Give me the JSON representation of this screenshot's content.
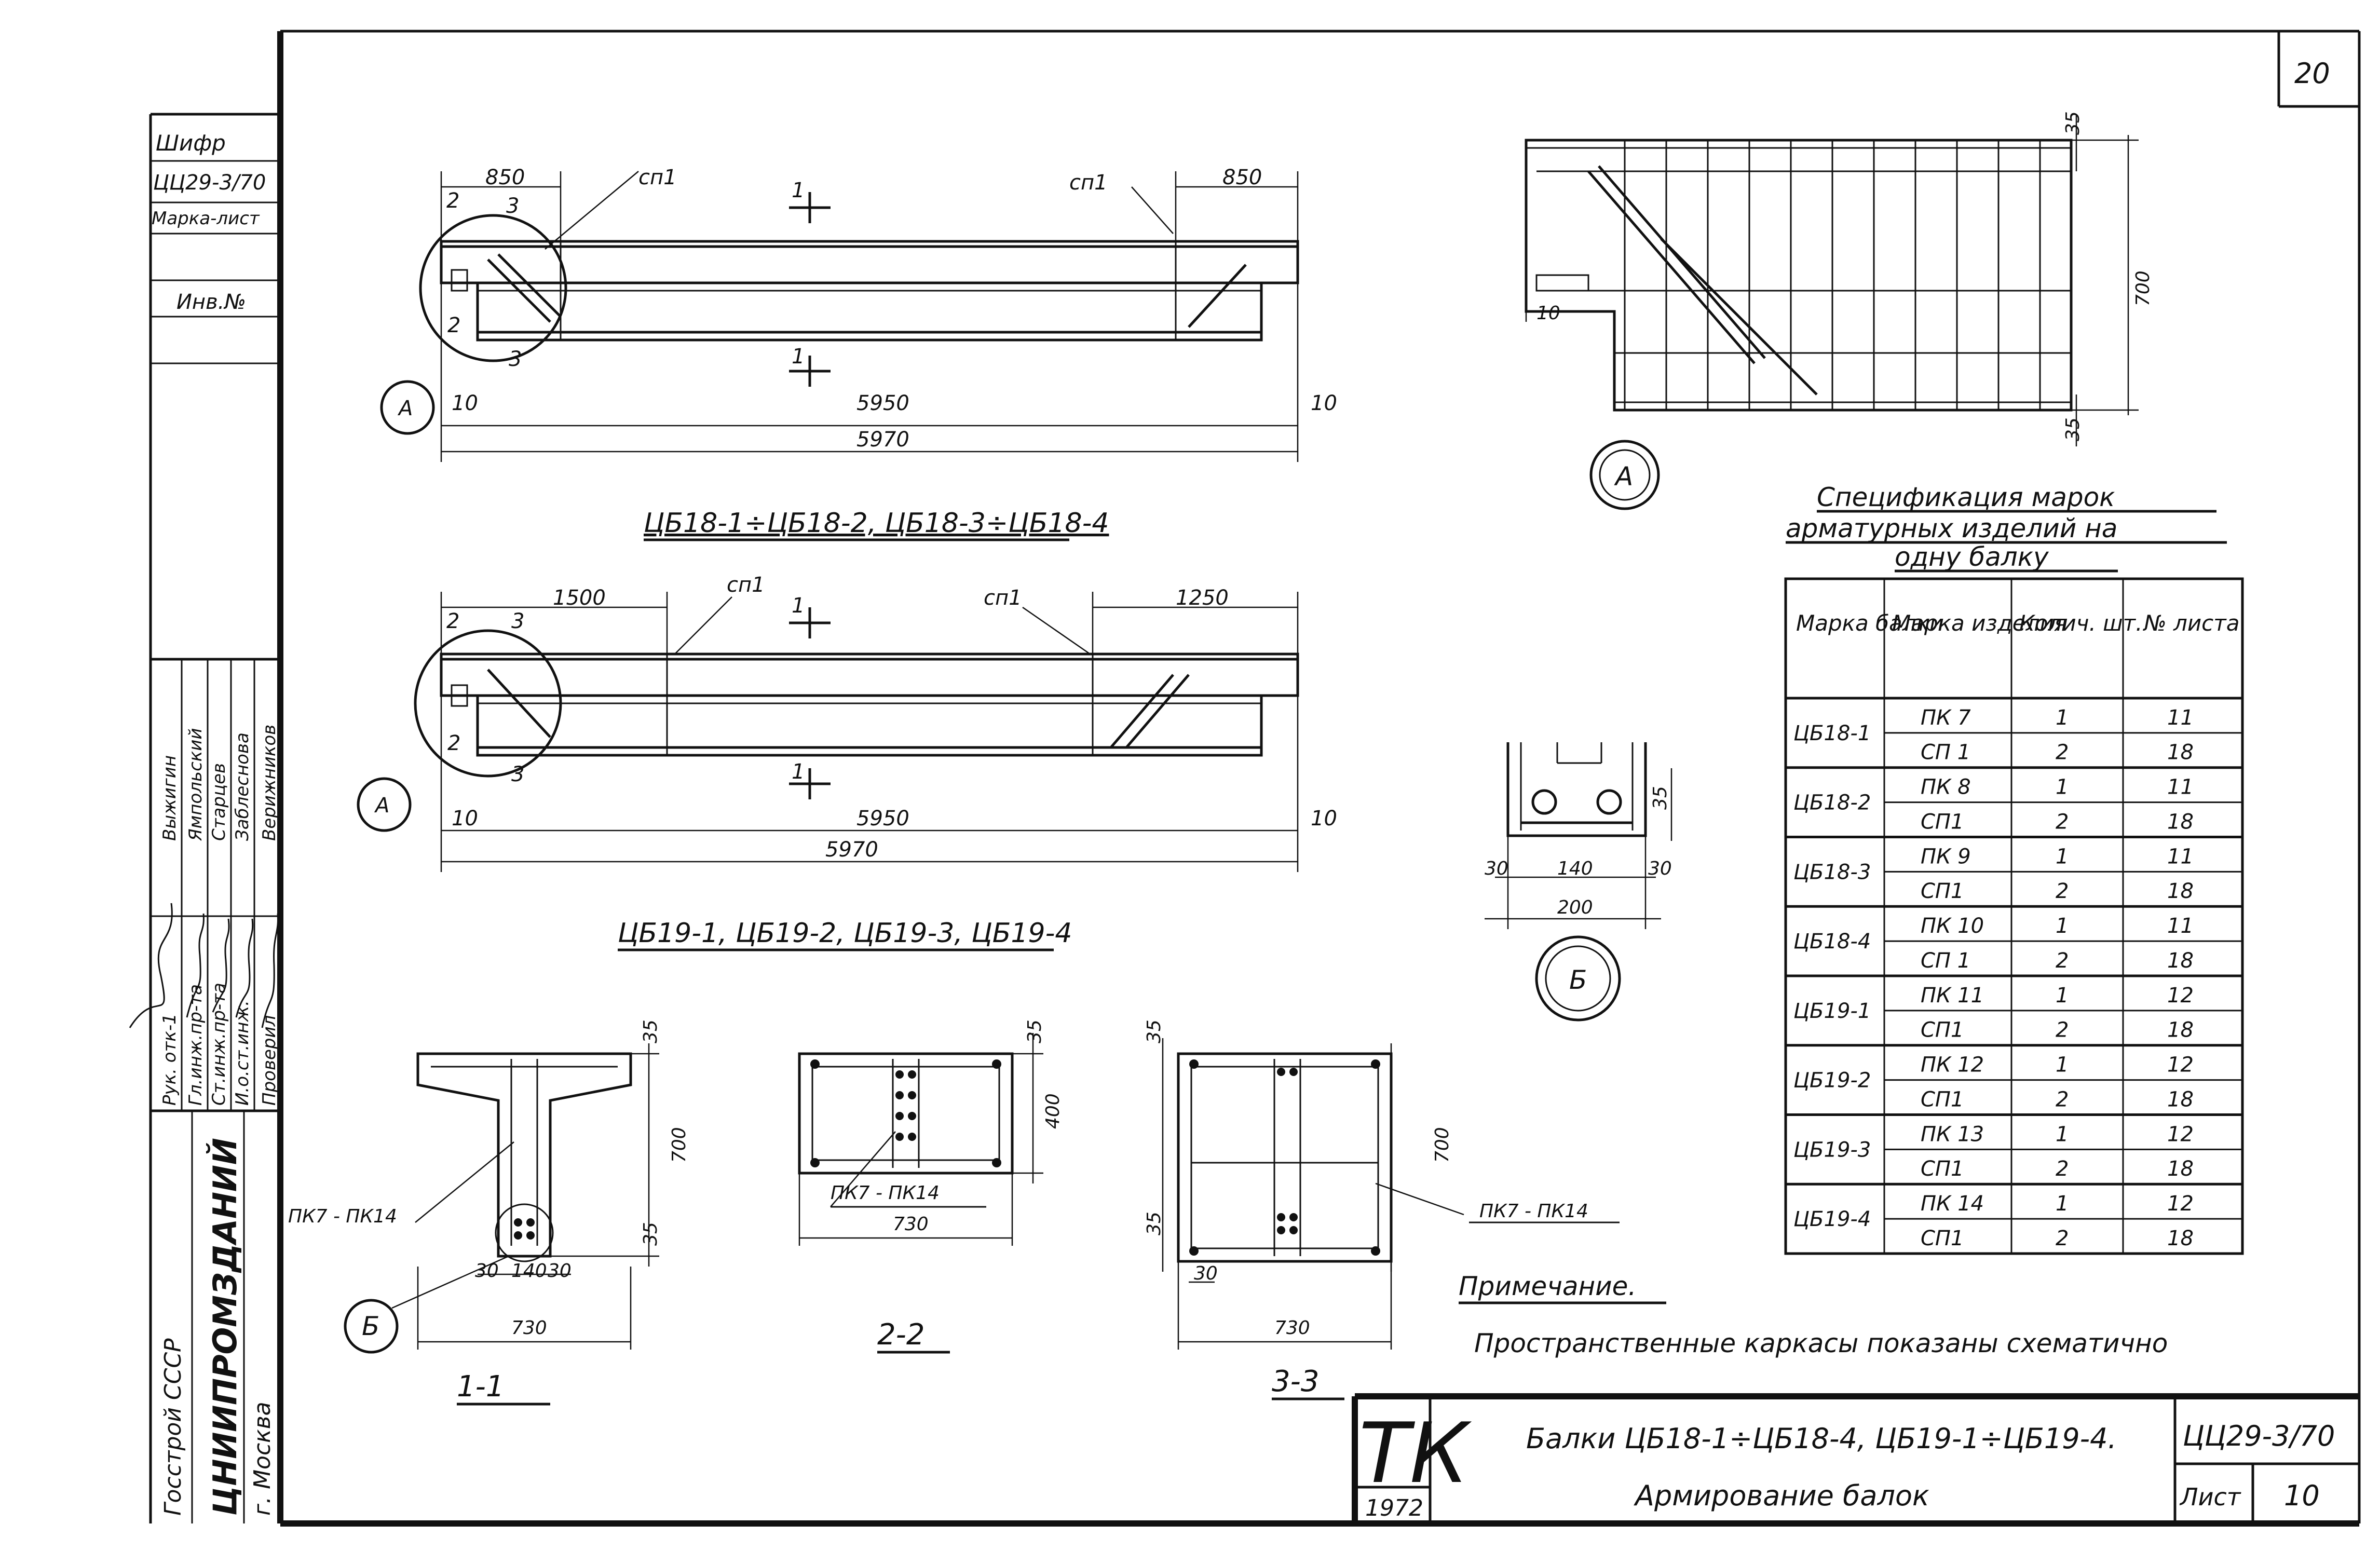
{
  "sheet_number": "20",
  "side_stamp": {
    "cipher_label": "Шифр",
    "cipher_value": "ЦЦ29-3/70",
    "mark_sheet_label": "Марка-лист",
    "inventory_label": "Инв.№",
    "roles": [
      "Рук. отк-1",
      "Гл.инж.пр-та",
      "Ст.инж.пр-та",
      "И.о.ст.инж.",
      "Проверил"
    ],
    "names": [
      "Выжигин",
      "Ямпольский",
      "Старцев",
      "Заблеснова",
      "Верижников"
    ],
    "org_country": "Госстрой СССР",
    "org_name": "ЦНИИПРОМЗДАНИЙ",
    "org_city": "г. Москва"
  },
  "beam1": {
    "labels": [
      "850",
      "850",
      "2",
      "3",
      "сп1",
      "сп1",
      "1",
      "1",
      "2",
      "3",
      "10",
      "5950",
      "10",
      "5970",
      "А"
    ],
    "caption": "ЦБ18-1÷ЦБ18-2, ЦБ18-3÷ЦБ18-4"
  },
  "beam2": {
    "labels": [
      "1500",
      "1250",
      "2",
      "3",
      "сп1",
      "сп1",
      "1",
      "1",
      "2",
      "3",
      "10",
      "5950",
      "10",
      "5970",
      "А"
    ],
    "caption": "ЦБ19-1, ЦБ19-2, ЦБ19-3, ЦБ19-4"
  },
  "detail_a": {
    "labels": [
      "35",
      "700",
      "35",
      "10"
    ],
    "marker": "А"
  },
  "detail_b": {
    "labels": [
      "35",
      "30",
      "140",
      "30",
      "200"
    ],
    "marker": "Б"
  },
  "section_1": {
    "labels": [
      "35",
      "700",
      "35",
      "30",
      "140",
      "30",
      "730",
      "ПК7 - ПК14",
      "Б"
    ],
    "caption": "1-1"
  },
  "section_2": {
    "labels": [
      "35",
      "400",
      "ПК7 - ПК14",
      "730"
    ],
    "caption": "2-2"
  },
  "section_3": {
    "labels": [
      "35",
      "700",
      "35",
      "30",
      "730",
      "ПК7 - ПК14"
    ],
    "caption": "3-3"
  },
  "spec": {
    "title_lines": [
      "Спецификация марок",
      "арматурных изделий на",
      "одну балку"
    ],
    "headers": [
      "Марка балки",
      "Марка изделия",
      "Колич. шт.",
      "№ листа"
    ],
    "rows": [
      {
        "beam": "ЦБ18-1",
        "items": [
          [
            "ПК 7",
            "1",
            "11"
          ],
          [
            "СП 1",
            "2",
            "18"
          ]
        ]
      },
      {
        "beam": "ЦБ18-2",
        "items": [
          [
            "ПК 8",
            "1",
            "11"
          ],
          [
            "СП1",
            "2",
            "18"
          ]
        ]
      },
      {
        "beam": "ЦБ18-3",
        "items": [
          [
            "ПК 9",
            "1",
            "11"
          ],
          [
            "СП1",
            "2",
            "18"
          ]
        ]
      },
      {
        "beam": "ЦБ18-4",
        "items": [
          [
            "ПК 10",
            "1",
            "11"
          ],
          [
            "СП 1",
            "2",
            "18"
          ]
        ]
      },
      {
        "beam": "ЦБ19-1",
        "items": [
          [
            "ПК 11",
            "1",
            "12"
          ],
          [
            "СП1",
            "2",
            "18"
          ]
        ]
      },
      {
        "beam": "ЦБ19-2",
        "items": [
          [
            "ПК 12",
            "1",
            "12"
          ],
          [
            "СП1",
            "2",
            "18"
          ]
        ]
      },
      {
        "beam": "ЦБ19-3",
        "items": [
          [
            "ПК 13",
            "1",
            "12"
          ],
          [
            "СП1",
            "2",
            "18"
          ]
        ]
      },
      {
        "beam": "ЦБ19-4",
        "items": [
          [
            "ПК 14",
            "1",
            "12"
          ],
          [
            "СП1",
            "2",
            "18"
          ]
        ]
      }
    ]
  },
  "note": {
    "title": "Примечание.",
    "text": "Пространственные каркасы показаны схематично"
  },
  "title_block": {
    "series": "ТК",
    "year": "1972",
    "title_line1": "Балки ЦБ18-1÷ЦБ18-4, ЦБ19-1÷ЦБ19-4.",
    "title_line2": "Армирование балок",
    "code": "ЦЦ29-3/70",
    "sheet_label": "Лист",
    "sheet_value": "10"
  },
  "colors": {
    "ink": "#111111",
    "paper": "#ffffff"
  }
}
